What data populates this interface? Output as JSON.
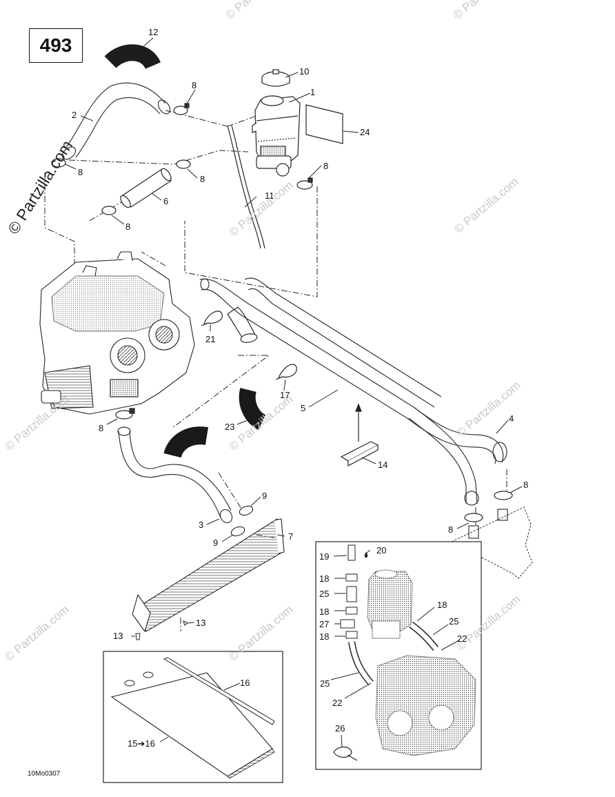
{
  "page_number": "493",
  "drawing_code": "10Mo0307",
  "watermark_main": "© Partzilla.com",
  "watermark_faint": "© Partzilla.com",
  "callouts": [
    {
      "id": "c12",
      "text": "12"
    },
    {
      "id": "c10",
      "text": "10"
    },
    {
      "id": "c1",
      "text": "1"
    },
    {
      "id": "c8a",
      "text": "8"
    },
    {
      "id": "c2",
      "text": "2"
    },
    {
      "id": "c24",
      "text": "24"
    },
    {
      "id": "c8b",
      "text": "8"
    },
    {
      "id": "c8c",
      "text": "8"
    },
    {
      "id": "c8d",
      "text": "8"
    },
    {
      "id": "c6",
      "text": "6"
    },
    {
      "id": "c11",
      "text": "11"
    },
    {
      "id": "c8e",
      "text": "8"
    },
    {
      "id": "c21",
      "text": "21"
    },
    {
      "id": "c17",
      "text": "17"
    },
    {
      "id": "c5",
      "text": "5"
    },
    {
      "id": "c4",
      "text": "4"
    },
    {
      "id": "c23",
      "text": "23"
    },
    {
      "id": "c8f",
      "text": "8"
    },
    {
      "id": "c14",
      "text": "14"
    },
    {
      "id": "c8g",
      "text": "8"
    },
    {
      "id": "c9a",
      "text": "9"
    },
    {
      "id": "c3",
      "text": "3"
    },
    {
      "id": "c8h",
      "text": "8"
    },
    {
      "id": "c9b",
      "text": "9"
    },
    {
      "id": "c7",
      "text": "7"
    },
    {
      "id": "c19",
      "text": "19"
    },
    {
      "id": "c20",
      "text": "20"
    },
    {
      "id": "c18a",
      "text": "18"
    },
    {
      "id": "c25a",
      "text": "25"
    },
    {
      "id": "c18b",
      "text": "18"
    },
    {
      "id": "c27",
      "text": "27"
    },
    {
      "id": "c18c",
      "text": "18"
    },
    {
      "id": "c18d",
      "text": "18"
    },
    {
      "id": "c25b",
      "text": "25"
    },
    {
      "id": "c22a",
      "text": "22"
    },
    {
      "id": "c13a",
      "text": "13"
    },
    {
      "id": "c13b",
      "text": "13"
    },
    {
      "id": "c16",
      "text": "16"
    },
    {
      "id": "c25c",
      "text": "25"
    },
    {
      "id": "c22b",
      "text": "22"
    },
    {
      "id": "c26",
      "text": "26"
    },
    {
      "id": "c1516",
      "text": "15➔16"
    }
  ]
}
